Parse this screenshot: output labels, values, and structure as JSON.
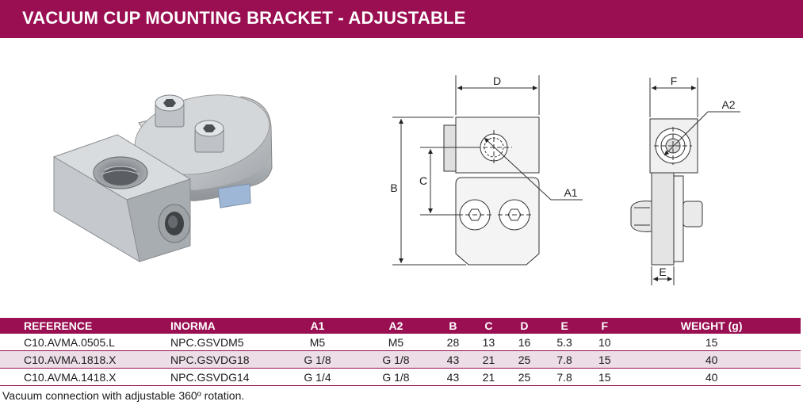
{
  "header": {
    "title": "VACUUM CUP MOUNTING BRACKET - ADJUSTABLE",
    "bar_color": "#990f52"
  },
  "drawing": {
    "dim_D": "D",
    "dim_B": "B",
    "dim_C": "C",
    "dim_A1": "A1",
    "dim_F": "F",
    "dim_A2": "A2",
    "dim_E": "E"
  },
  "table": {
    "headers": [
      "REFERENCE",
      "INORMA",
      "A1",
      "A2",
      "B",
      "C",
      "D",
      "E",
      "F",
      "WEIGHT (g)"
    ],
    "rows": [
      [
        "C10.AVMA.0505.L",
        "NPC.GSVDM5",
        "M5",
        "M5",
        "28",
        "13",
        "16",
        "5.3",
        "10",
        "15"
      ],
      [
        "C10.AVMA.1818.X",
        "NPC.GSVDG18",
        "G 1/8",
        "G 1/8",
        "43",
        "21",
        "25",
        "7.8",
        "15",
        "40"
      ],
      [
        "C10.AVMA.1418.X",
        "NPC.GSVDG14",
        "G 1/4",
        "G 1/8",
        "43",
        "21",
        "25",
        "7.8",
        "15",
        "40"
      ]
    ]
  },
  "footnote": "Vacuum connection with adjustable 360º rotation."
}
